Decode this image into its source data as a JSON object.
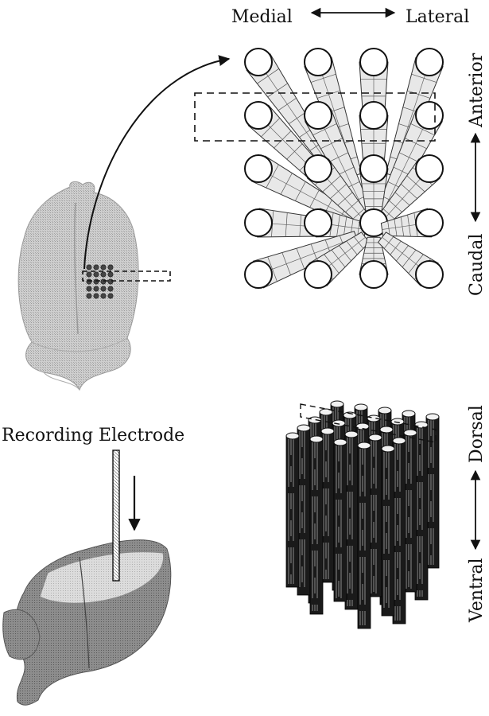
{
  "labels": {
    "medial": "Medial",
    "lateral": "Lateral",
    "anterior": "Anterior",
    "caudal": "Caudal",
    "recording_electrode": "Recording Electrode",
    "dorsal": "Dorsal",
    "ventral": "Ventral"
  },
  "colors": {
    "ink": "#111111",
    "brain_light": "#cfcfcf",
    "brain_mid": "#b5b5b5",
    "brain_dark": "#7a7a7a",
    "column_fill": "#1a1a1a",
    "column_light": "#d9d9d9"
  }
}
